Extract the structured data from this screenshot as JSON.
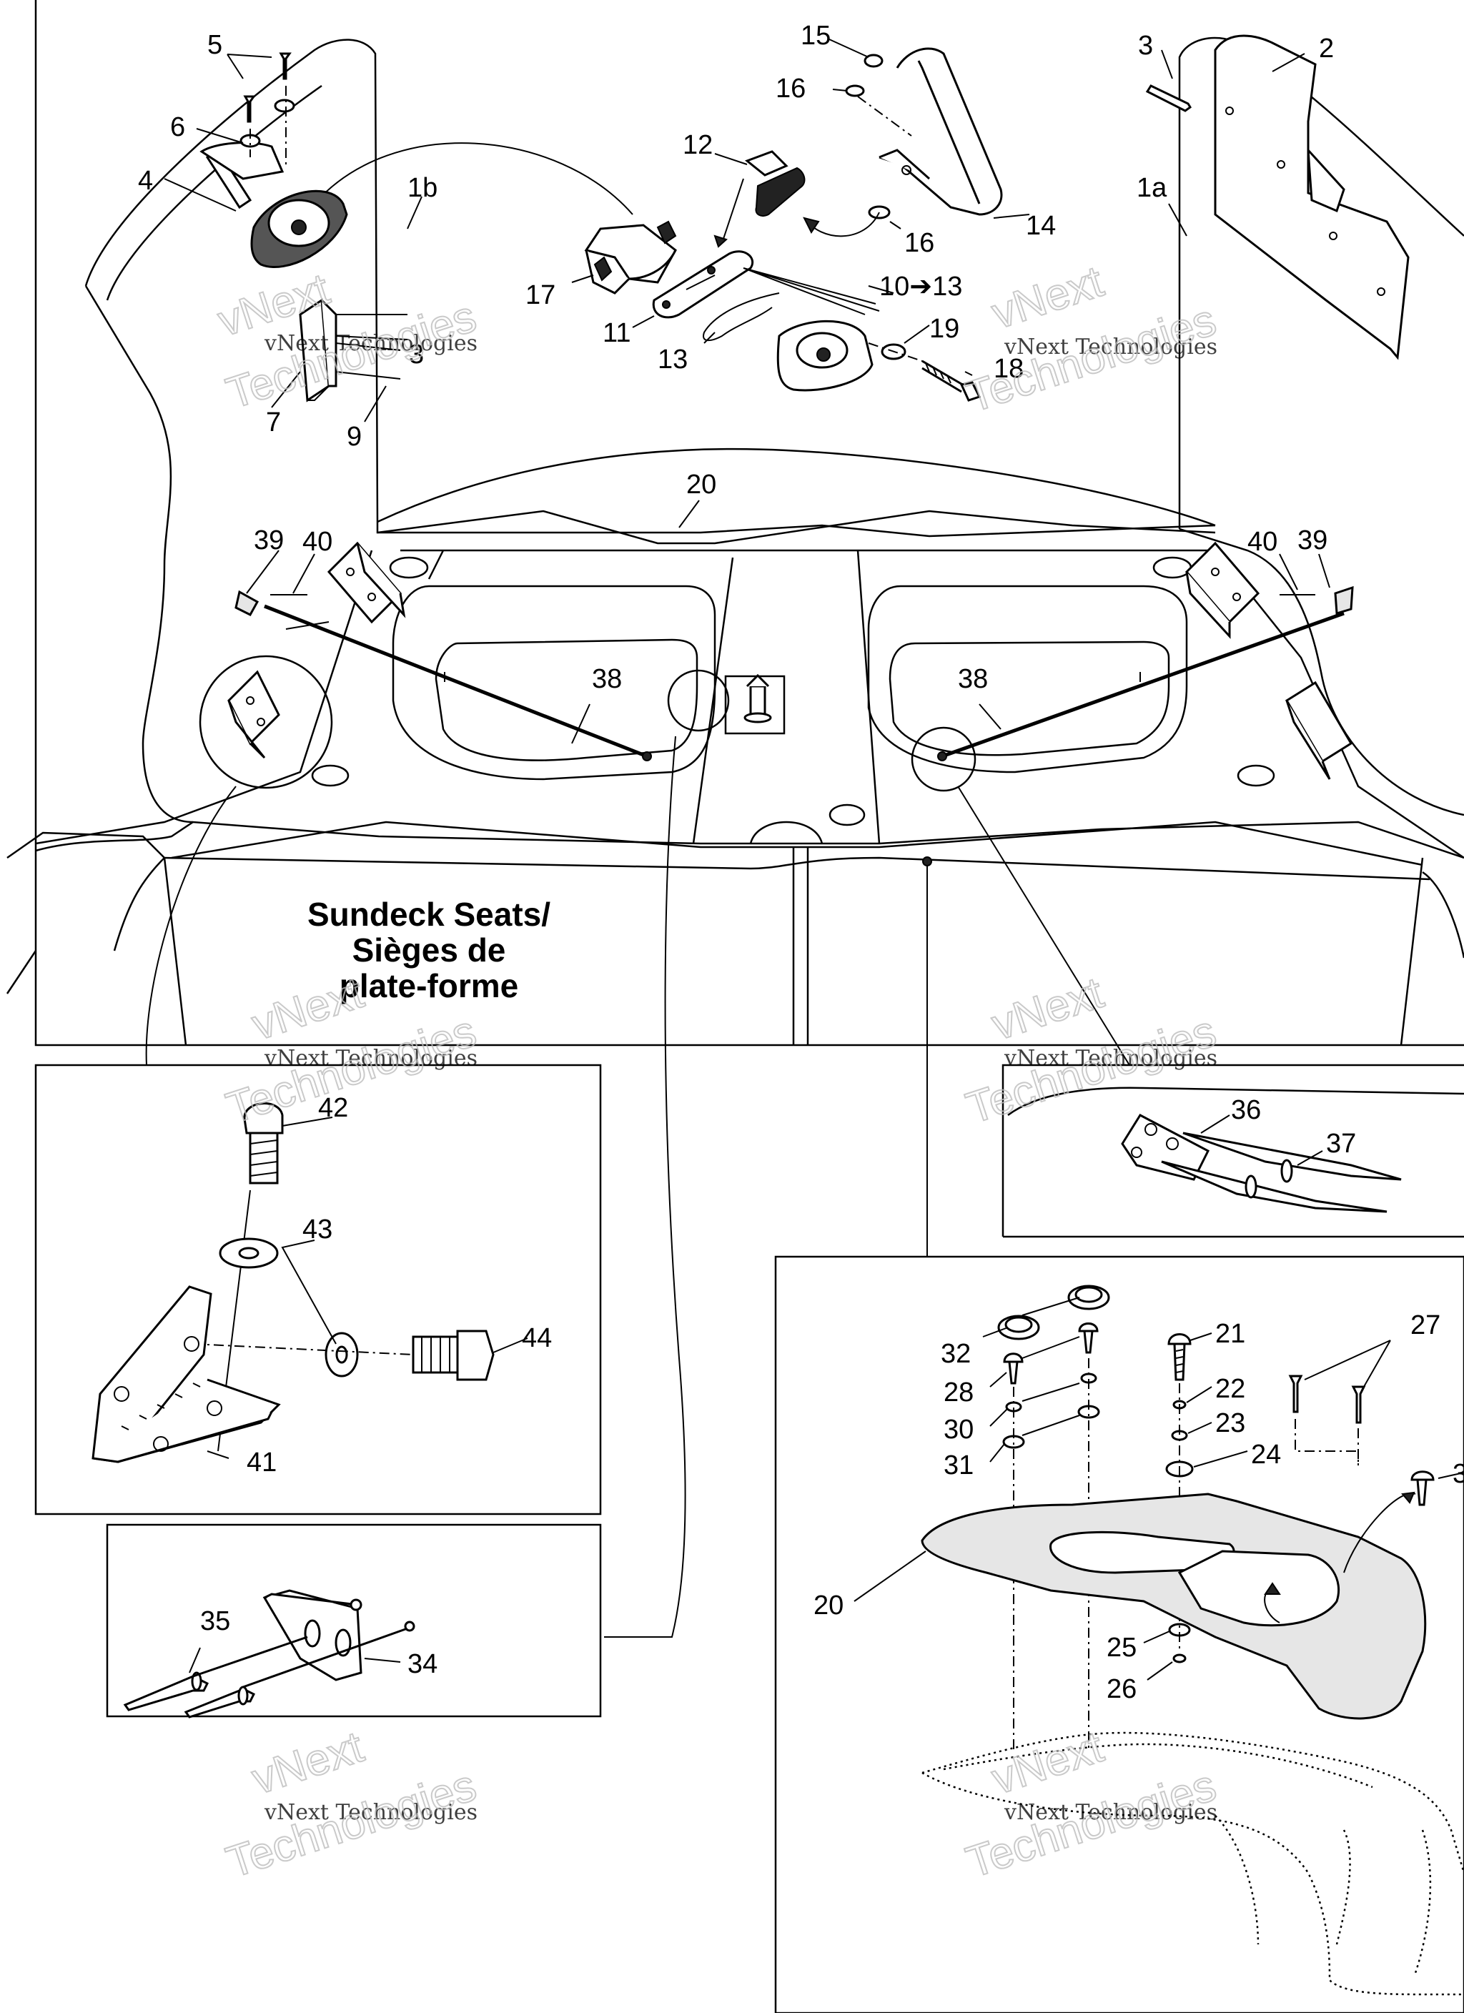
{
  "title_lines": [
    "Sundeck Seats/",
    "Sièges de",
    "plate-forme"
  ],
  "watermark": {
    "line1": "vNext",
    "line2": "vNext Technologies",
    "line3": "Technologies"
  },
  "callouts": {
    "c1a": "1a",
    "c1b": "1b",
    "c2": "2",
    "c3a": "3",
    "c3b": "3",
    "c4": "4",
    "c5": "5",
    "c6": "6",
    "c7": "7",
    "c9": "9",
    "c10": "10➔13",
    "c11": "11",
    "c12": "12",
    "c13": "13",
    "c14": "14",
    "c15": "15",
    "c16a": "16",
    "c16b": "16",
    "c17": "17",
    "c18": "18",
    "c19": "19",
    "c20a": "20",
    "c20b": "20",
    "c21": "21",
    "c22": "22",
    "c23": "23",
    "c24": "24",
    "c25": "25",
    "c26": "26",
    "c27": "27",
    "c28": "28",
    "c30": "30",
    "c31": "31",
    "c32": "32",
    "c3c": "3",
    "c34": "34",
    "c35": "35",
    "c36": "36",
    "c37": "37",
    "c38a": "38",
    "c38b": "38",
    "c39a": "39",
    "c39b": "39",
    "c40a": "40",
    "c40b": "40",
    "c41": "41",
    "c42": "42",
    "c43": "43",
    "c44": "44"
  }
}
